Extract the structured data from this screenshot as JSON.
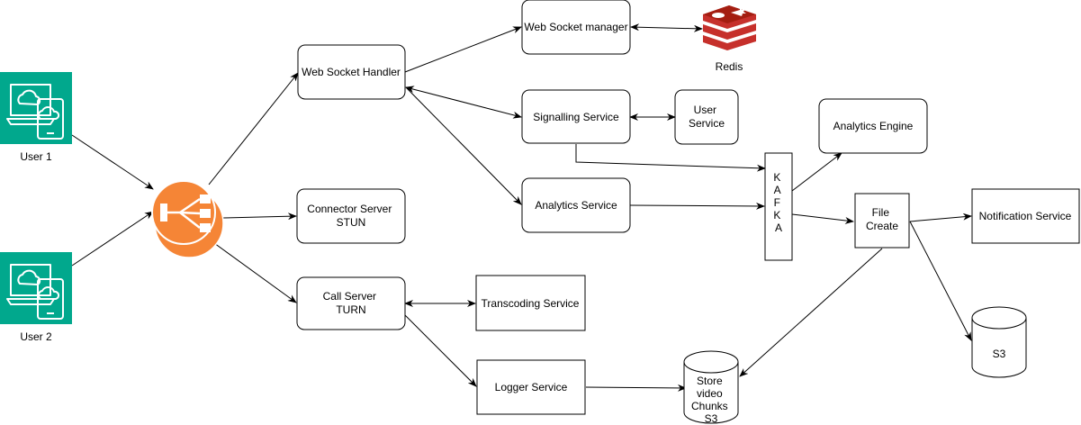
{
  "colors": {
    "device_icon": "#01A88D",
    "load_balancer": "#F58536",
    "redis": "#C6302B"
  },
  "users": {
    "user1": "User 1",
    "user2": "User 2"
  },
  "nodes": {
    "ws_manager": "Web Socket manager",
    "ws_handler": "Web Socket Handler",
    "redis": "Redis",
    "signalling": "Signalling Service",
    "user_service": [
      "User",
      "Service"
    ],
    "analytics_engine": "Analytics Engine",
    "connector": [
      "Connector Server",
      "STUN"
    ],
    "analytics_service": "Analytics Service",
    "kafka": [
      "K",
      "A",
      "F",
      "K",
      "A"
    ],
    "file_create": [
      "File",
      "Create"
    ],
    "notification": "Notification Service",
    "call_server": [
      "Call Server",
      "TURN"
    ],
    "transcoding": "Transcoding Service",
    "s3": "S3",
    "logger": "Logger Service",
    "store_chunks": [
      "Store",
      "video",
      "Chunks",
      "S3"
    ]
  }
}
